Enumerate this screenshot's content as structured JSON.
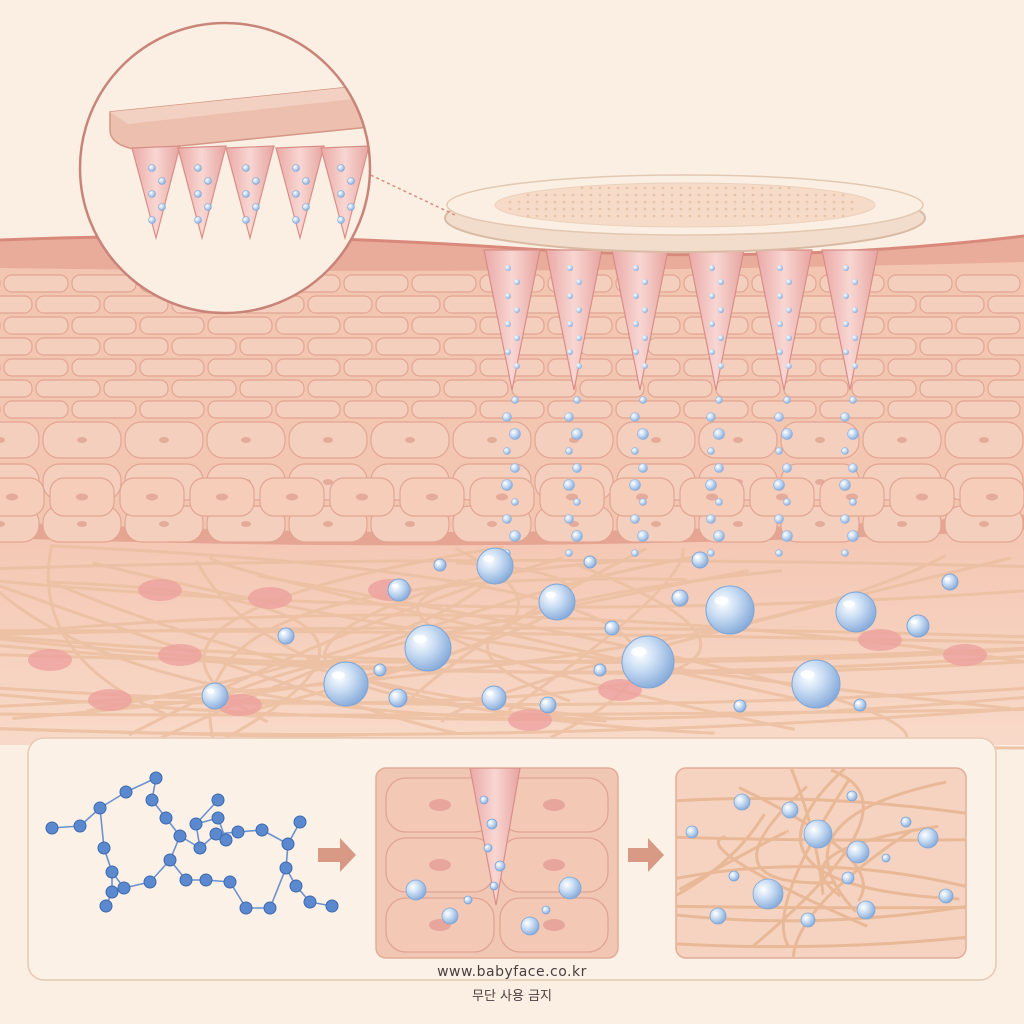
{
  "illustration": {
    "subject": "microneedle-patch-delivery",
    "colors": {
      "background": "#fbefe3",
      "skin_light": "#f6d2c0",
      "skin_mid": "#efb9a4",
      "skin_dark": "#d98f80",
      "cell_fill": "#f3c8b6",
      "cell_line": "#e2a592",
      "fiber": "#eec6a8",
      "nucleus": "#e69a98",
      "needle": "#f2b9b4",
      "bubble": "#a9c9ec",
      "bubble_edge": "#7fa6d8",
      "molecule": "#4f7fc8",
      "panel_border": "#e8c8b0",
      "arrow": "#d99a85"
    },
    "icons": [
      "microneedle-patch-icon",
      "hyaluronic-molecule-icon",
      "arrow-right-icon",
      "water-droplet-icon"
    ]
  },
  "watermark": {
    "url": "www.babyface.co.kr",
    "notice": "무단 사용 금지"
  }
}
